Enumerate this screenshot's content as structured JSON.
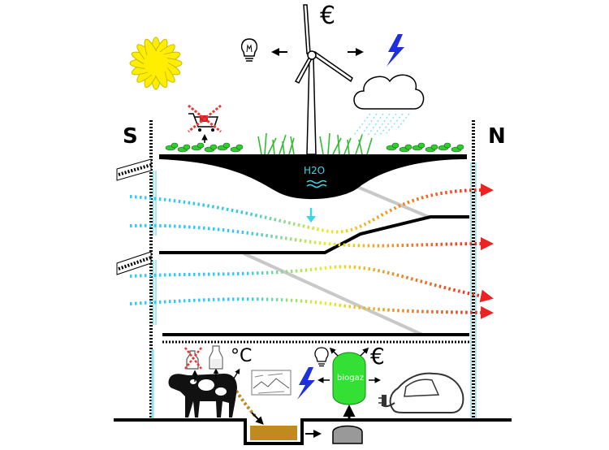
{
  "labels": {
    "south": "S",
    "north": "N",
    "euro_top": "€",
    "euro_bottom": "€",
    "h2o": "H2O",
    "celsius": "°C",
    "biogaz": "biogaz"
  },
  "colors": {
    "sun": "#ffee00",
    "lightning": "#1f2ee0",
    "h2o_text": "#3ad6e6",
    "biogaz_tank": "#33e033",
    "manure": "#c08a1e",
    "plants": "#33cc33",
    "air_cold": "#33c8ee",
    "air_warm": "#e8ee22",
    "air_hot": "#ee2222",
    "shade": "#c8c8c8"
  },
  "icons": [
    "sun-icon",
    "wind-turbine-icon",
    "euro-icon",
    "lightbulb-icon",
    "lightning-icon",
    "rain-cloud-icon",
    "shopping-cart-crossed-icon",
    "plants-icon",
    "water-wave-icon",
    "down-arrow-icon",
    "cow-icon",
    "milk-bottle-crossed-icon",
    "milk-bottle-icon",
    "landscape-sketch-icon",
    "biogas-tank-icon",
    "electric-car-icon",
    "plug-icon",
    "manure-pit-icon",
    "storage-tank-icon"
  ]
}
